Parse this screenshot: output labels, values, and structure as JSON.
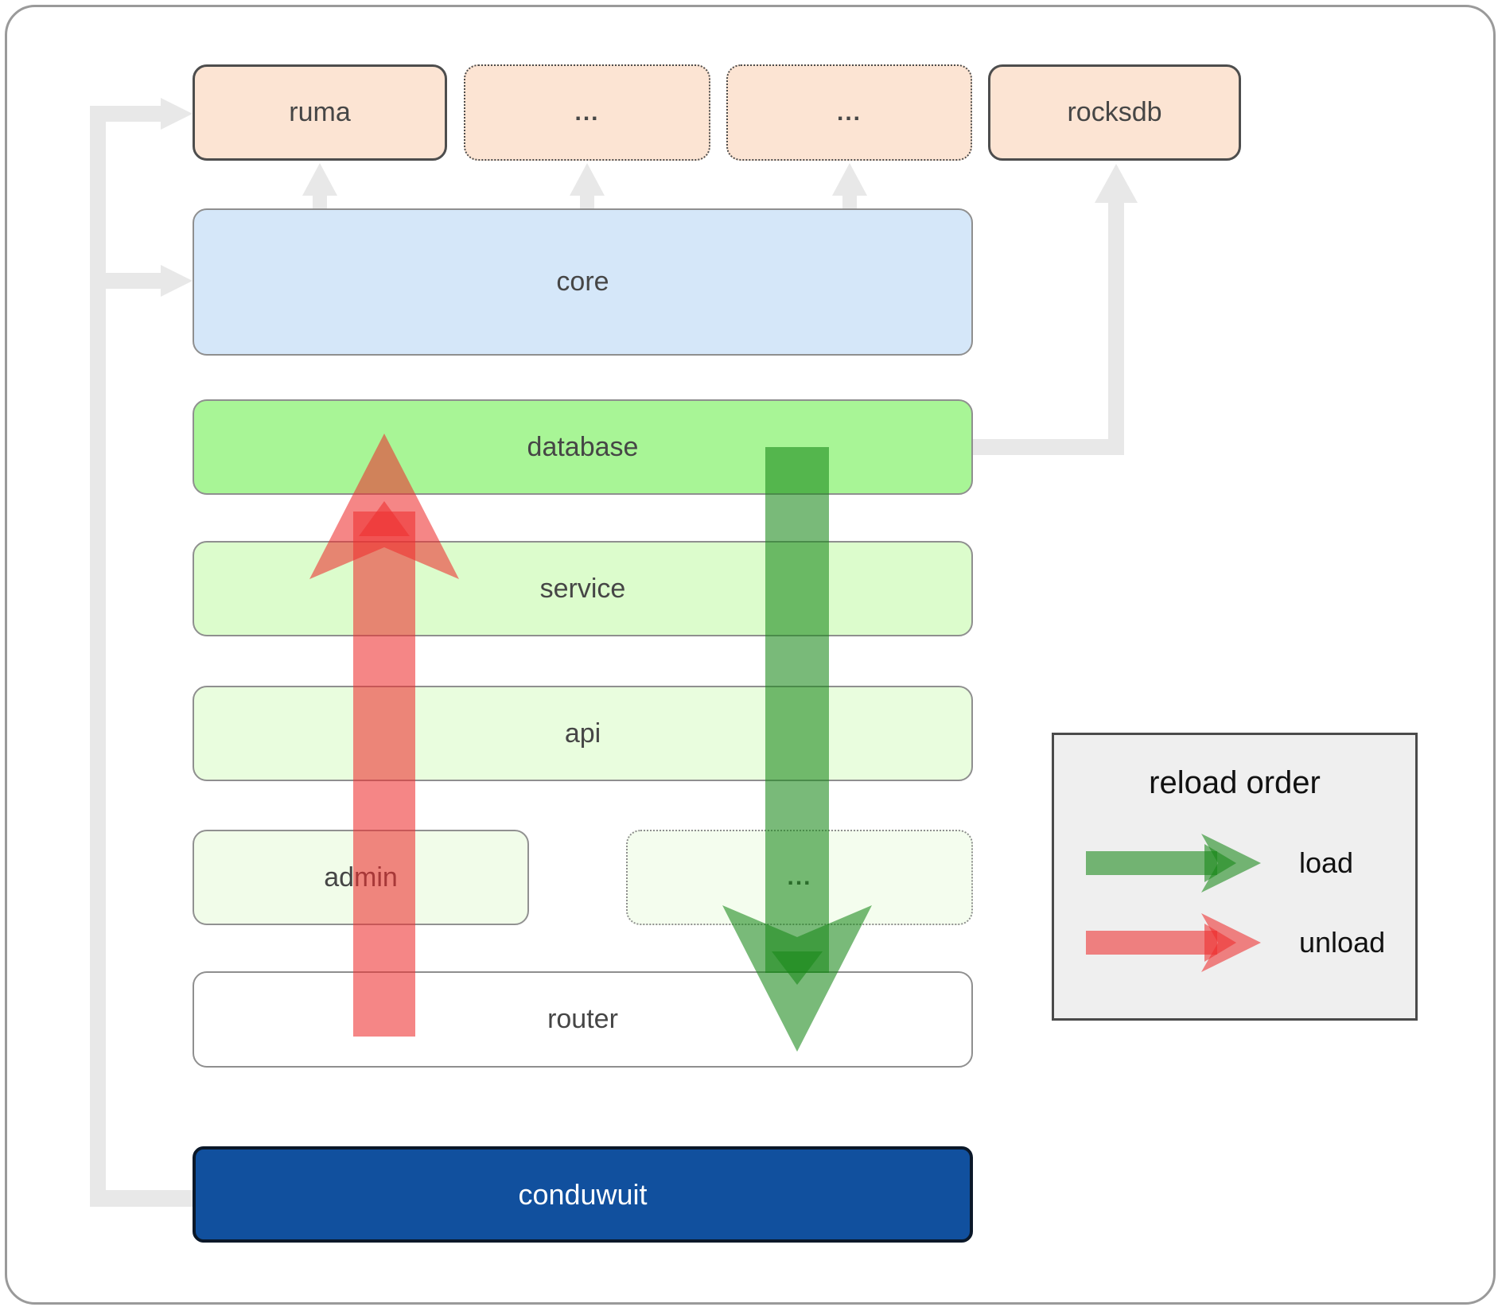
{
  "diagram": {
    "crates": [
      {
        "id": "ruma",
        "label": "ruma",
        "border": "solid"
      },
      {
        "id": "crate-ellipsis-1",
        "label": "...",
        "border": "dotted"
      },
      {
        "id": "crate-ellipsis-2",
        "label": "...",
        "border": "dotted"
      },
      {
        "id": "rocksdb",
        "label": "rocksdb",
        "border": "solid"
      }
    ],
    "layers": [
      {
        "id": "core",
        "label": "core"
      },
      {
        "id": "database",
        "label": "database"
      },
      {
        "id": "service",
        "label": "service"
      },
      {
        "id": "api",
        "label": "api"
      },
      {
        "id": "router",
        "label": "router"
      }
    ],
    "admin_row": [
      {
        "id": "admin",
        "label": "admin",
        "border": "solid"
      },
      {
        "id": "service-ellipsis",
        "label": "...",
        "border": "dotted"
      }
    ],
    "base": {
      "id": "conduwuit",
      "label": "conduwuit"
    }
  },
  "legend": {
    "title": "reload order",
    "items": [
      {
        "label": "load",
        "color": "#188818"
      },
      {
        "label": "unload",
        "color": "#ee2e2e"
      }
    ]
  },
  "colors": {
    "crate_fill": "#fce4d3",
    "core_fill": "#d5e7f9",
    "database_fill": "#a8f596",
    "service_fill": "#dcfccc",
    "api_fill": "#e9fdde",
    "admin_fill": "#f1fce9",
    "ellipsis_fill": "#f4fdee",
    "router_fill": "#ffffff",
    "conduwuit_fill": "#11509e",
    "load_arrow": "#188818",
    "unload_arrow": "#ee2e2e",
    "connector_gray": "#e8e8e8",
    "legend_bg": "#efefef"
  }
}
